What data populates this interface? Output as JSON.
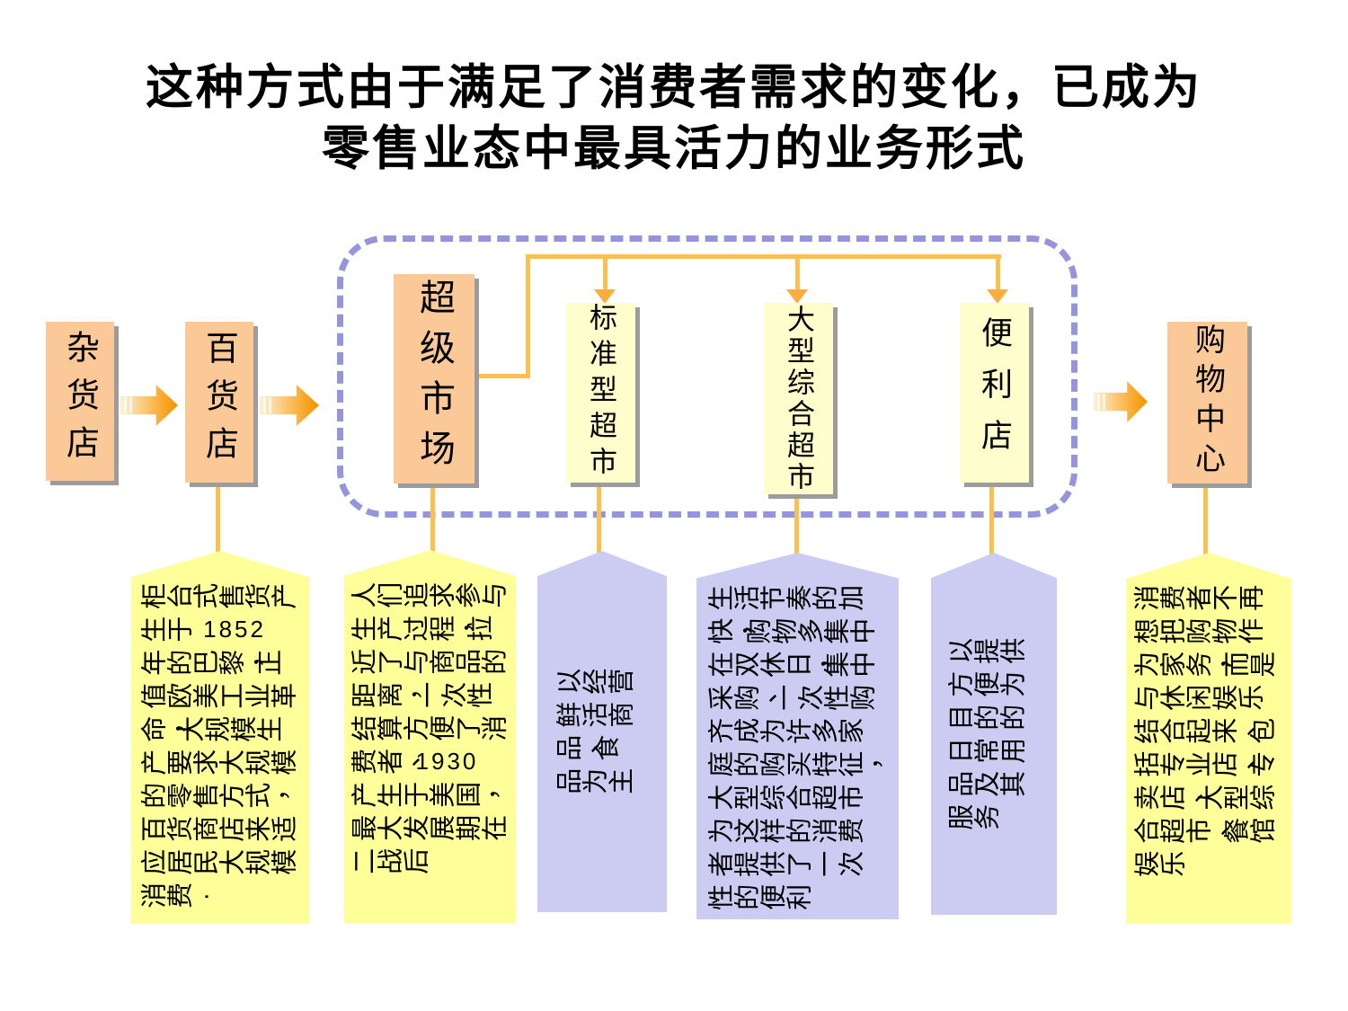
{
  "title": {
    "line1": "这种方式由于满足了消费者需求的变化，已成为",
    "line2": "零售业态中最具活力的业务形式"
  },
  "nodes": [
    {
      "label": "杂货店"
    },
    {
      "label": "百货店"
    },
    {
      "label": "超级市场"
    },
    {
      "label": "标准型超市"
    },
    {
      "label": "大型综合超市"
    },
    {
      "label": "便利店"
    },
    {
      "label": "购物中心"
    }
  ],
  "banners": [
    {
      "node": "百货店",
      "text": "柜台式售货产生于 1852 年的巴黎，正值欧美工业革命，大规模生产要求大规模的零售方式，百货商店来适应居民大规模消费."
    },
    {
      "node": "超级市场",
      "text": "人们追求参与生产过程，拉近了与商品的距离，一次性结算方便了消费者、1930 产生于美国，最大发展期在二战后"
    },
    {
      "node": "标准型超市",
      "text": "以经营鲜活商品、食品为主"
    },
    {
      "node": "大型综合超市",
      "text": "生活节奏的加快，购物多集中在双休日，集中采购、一次性购齐成为许多家庭的购买特征，大型综合超市为这样的消费者提供了一次性的便利"
    },
    {
      "node": "便利店",
      "text": "以提供方便为目的的日常用品及其服务"
    },
    {
      "node": "购物中心",
      "text": "消费者不再想把购物作为家务，而是与休闲娱乐结合起来、包括专业店、专卖店、大型综合超市、餐馆娱乐"
    }
  ],
  "flow": {
    "sequence": [
      "杂货店",
      "百货店",
      "超级市场",
      "购物中心"
    ],
    "group_members": [
      "超级市场",
      "标准型超市",
      "大型综合超市",
      "便利店"
    ],
    "group_derived_from": "超级市场"
  },
  "colors": {
    "node_peach": "#FBC998",
    "node_light_yellow": "#FEFECC",
    "banner_yellow": "#FFFF99",
    "banner_lavender": "#CCCCF2",
    "dashed_outline": "#9595DE",
    "connector_orange": "#FBC150",
    "arrow_orange": "#F79500",
    "title_text": "#000000",
    "shadow_gray": "#A0A0A0"
  }
}
